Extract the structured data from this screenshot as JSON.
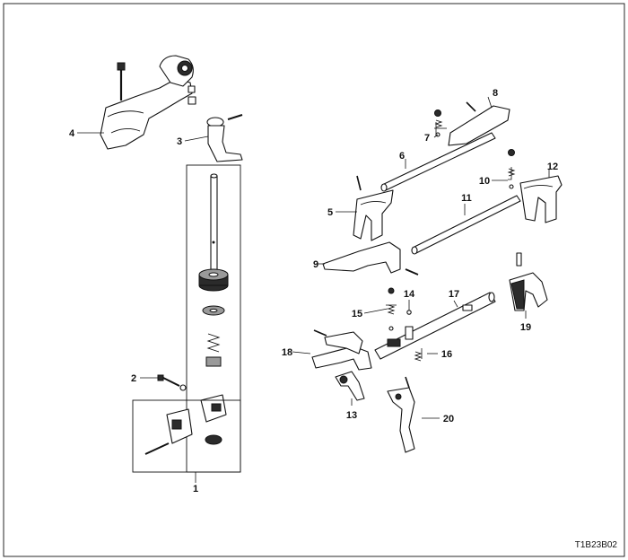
{
  "figure_code": "T1B23B02",
  "callouts": [
    "1",
    "2",
    "3",
    "4",
    "5",
    "6",
    "7",
    "8",
    "9",
    "10",
    "11",
    "12",
    "13",
    "14",
    "15",
    "16",
    "17",
    "18",
    "19",
    "20"
  ]
}
